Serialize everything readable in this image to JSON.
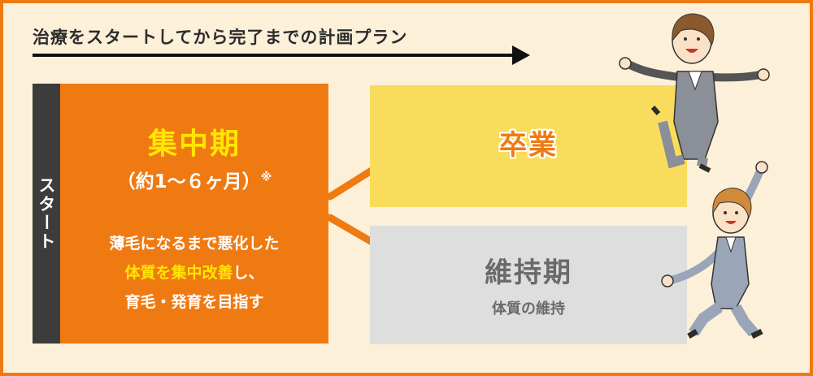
{
  "header": {
    "title": "治療をスタートしてから完了までの計画プラン"
  },
  "start": {
    "label": "スタート"
  },
  "intensive": {
    "title": "集中期",
    "period": "（約1〜６ヶ月）",
    "note_mark": "※",
    "desc_line1": "薄毛になるまで悪化した",
    "desc_line2_highlight": "体質を集中改善",
    "desc_line2_rest": "し、",
    "desc_line3": "育毛・発育を目指す"
  },
  "graduate": {
    "label": "卒業"
  },
  "maintain": {
    "label": "維持期",
    "sub": "体質の維持"
  },
  "colors": {
    "orange": "#f07a12",
    "yellow": "#ffe600",
    "cream": "#fdf0d9",
    "graduate_bg": "#f9dc5c",
    "maintain_bg": "#dedede",
    "dark": "#3c3c3c"
  },
  "icons": [
    "timeline-arrow-icon",
    "branch-arrow-up-icon",
    "branch-arrow-down-icon",
    "jumping-woman-illustration"
  ]
}
